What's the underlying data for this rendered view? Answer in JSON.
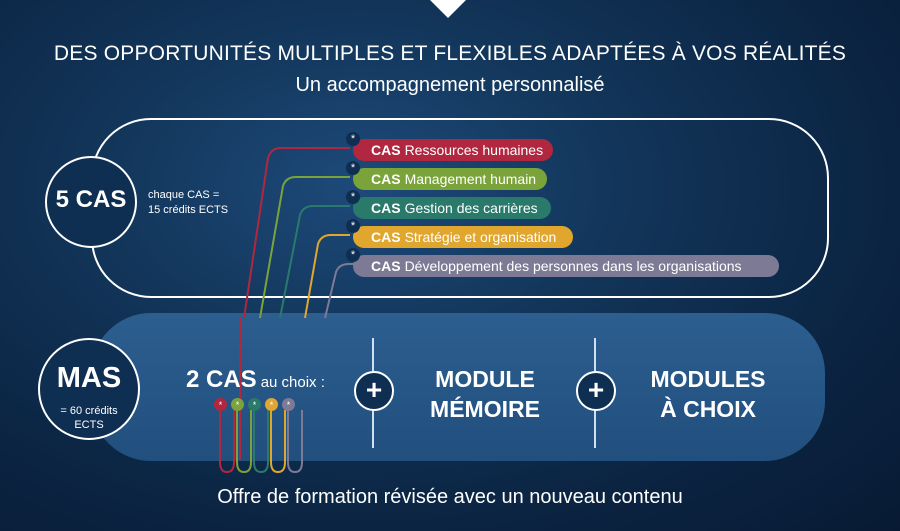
{
  "header": {
    "title": "DES OPPORTUNITÉS MULTIPLES ET FLEXIBLES ADAPTÉES À VOS RÉALITÉS",
    "subtitle": "Un accompagnement personnalisé"
  },
  "cas_block": {
    "count_label": "5 CAS",
    "note_line1": "chaque CAS =",
    "note_line2": "15 crédits ECTS",
    "items": [
      {
        "prefix": "CAS",
        "label": "Ressources humaines",
        "color": "#b0273f"
      },
      {
        "prefix": "CAS",
        "label": "Management humain",
        "color": "#7aa33a"
      },
      {
        "prefix": "CAS",
        "label": "Gestion des carrières",
        "color": "#2a7a6c"
      },
      {
        "prefix": "CAS",
        "label": "Stratégie et organisation",
        "color": "#e0a62d"
      },
      {
        "prefix": "CAS",
        "label": "Développement des personnes dans les organisations",
        "color": "#7d7a95"
      }
    ],
    "star": "*"
  },
  "mas_block": {
    "label": "MAS",
    "note_line1": "= 60 crédits",
    "note_line2": "ECTS",
    "choice_big": "2 CAS",
    "choice_small": "au choix :",
    "plus": "+",
    "module1_line1": "MODULE",
    "module1_line2": "MÉMOIRE",
    "module2_line1": "MODULES",
    "module2_line2": "À CHOIX"
  },
  "footer": {
    "text": "Offre de formation révisée avec un nouveau contenu"
  }
}
